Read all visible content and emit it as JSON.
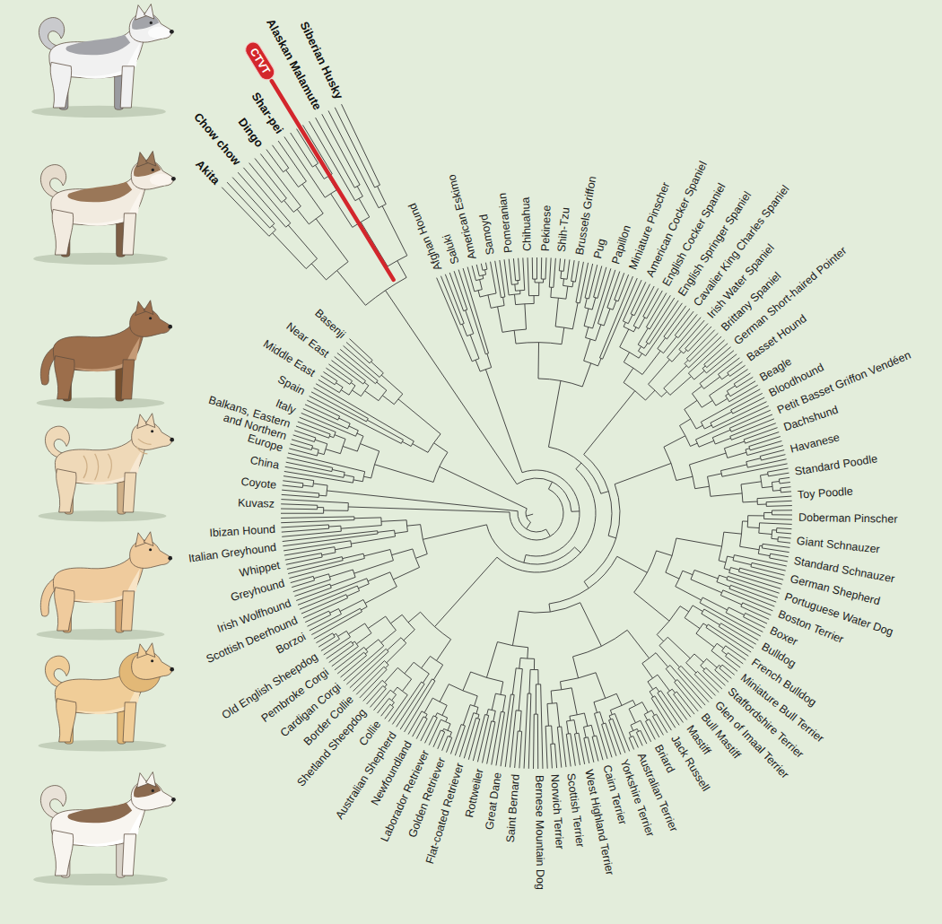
{
  "diagram": {
    "nodes": [
      {
        "text": [
          "CTVT"
        ]
      }
    ],
    "labels": [
      "Siberian Husky",
      "Alaskan Malamute",
      "Shar-pei",
      "Dingo",
      "Chow chow",
      "Akita",
      "Afghan Hound",
      "Saluki",
      "American Eskimo",
      "Samoyd",
      "Pomeranian",
      "Chihuahua",
      "Pekinese",
      "Shih-Tzu",
      "Brussels Griffon",
      "Pug",
      "Papillon",
      "Miniature Pinscher",
      "American Cocker Spaniel",
      "English Cocker Spaniel",
      "English Springer Spaniel",
      "Cavalier King Charles Spaniel",
      "Irish Water Spaniel",
      "Brittany Spaniel",
      "German Short-haired Pointer",
      "Basset Hound",
      "Beagle",
      "Bloodhound",
      "Petit Basset Griffon Vendéen",
      "Dachshund",
      "Havanese",
      "Standard Poodle",
      "Toy Poodle",
      "Doberman Pinscher",
      "Giant Schnauzer",
      "Standard Schnauzer",
      "German Shepherd",
      "Portuguese Water Dog",
      "Boston Terrier",
      "Boxer",
      "Bulldog",
      "French Bulldog",
      "Miniature Bull Terrier",
      "Staffordshire Terrier",
      "Glen of Imaal Terrier",
      "Bull Mastiff",
      "Mastiff",
      "Jack Russell",
      "Briard",
      "Australian Terrier",
      "Yorkshire Terrier",
      "Cairn Terrier",
      "West Highland Terrier",
      "Scottish Terrier",
      "Norwich Terrier",
      "Bernese Mountain Dog",
      "Saint Bernard",
      "Great Dane",
      "Rottweiler",
      "Flat-coated Retriever",
      "Golden Retriever",
      "Laborador Retriever",
      "Newfoundland",
      "Australian Shepherd",
      "Collie",
      "Shetland Sheepdog",
      "Border Collie",
      "Cardigan Corgi",
      "Pembroke Corgi",
      "Old English Sheepdog",
      "Borzoi",
      "Scottish Deerhound",
      "Irish Wolfhound",
      "Greyhound",
      "Whippet",
      "Italian Greyhound",
      "Ibizan Hound",
      "Kuvasz",
      "Coyote",
      "China",
      "Balkans, Eastern and Northern Europe",
      "Italy",
      "Spain",
      "Middle East",
      "Near East",
      "Basenji"
    ]
  }
}
